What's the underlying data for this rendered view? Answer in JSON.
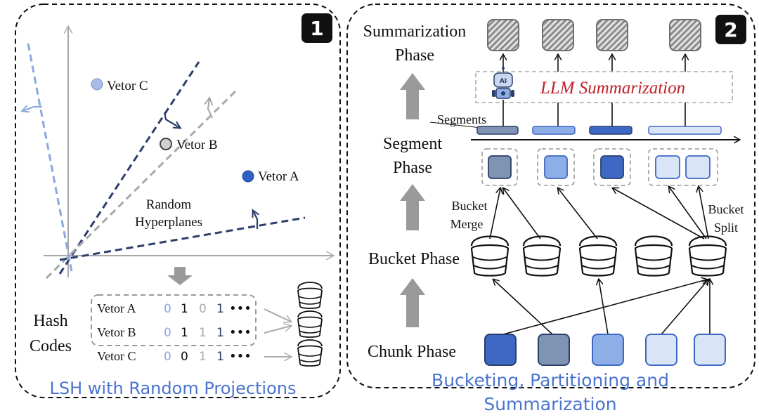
{
  "panel1": {
    "badge": "1",
    "vectors": [
      {
        "label": "Vetor C",
        "color": "#a9bce8"
      },
      {
        "label": "Vetor B",
        "color": "#c9c9c9"
      },
      {
        "label": "Vetor A",
        "color": "#2f62c4"
      }
    ],
    "hyperplanes_label": [
      "Random",
      "Hyperplanes"
    ],
    "hash_label": [
      "Hash",
      "Codes"
    ],
    "codes": [
      {
        "label": "Vetor A",
        "bits": [
          "0",
          "1",
          "0",
          "1"
        ],
        "dots": "•••"
      },
      {
        "label": "Vetor B",
        "bits": [
          "0",
          "1",
          "1",
          "1"
        ],
        "dots": "•••"
      },
      {
        "label": "Vetor C",
        "bits": [
          "0",
          "0",
          "1",
          "1"
        ],
        "dots": "•••"
      }
    ],
    "caption": "LSH with Random Projections"
  },
  "panel2": {
    "badge": "2",
    "phases": {
      "summarization": [
        "Summarization",
        "Phase"
      ],
      "segment": [
        "Segment",
        "Phase"
      ],
      "bucket": "Bucket Phase",
      "chunk": "Chunk Phase"
    },
    "llm_label": "LLM Summarization",
    "robot_text": "AI",
    "segments_label": "Segments",
    "bucket_merge": [
      "Bucket",
      "Merge"
    ],
    "bucket_split": [
      "Bucket",
      "Split"
    ],
    "caption": [
      "Bucketing, Partitioning and",
      "Summarization"
    ],
    "colors": {
      "dark_blue": "#3d68c4",
      "gray_blue": "#7f93b3",
      "mid_blue": "#8daee6",
      "light_blue": "#d9e4f7"
    }
  }
}
